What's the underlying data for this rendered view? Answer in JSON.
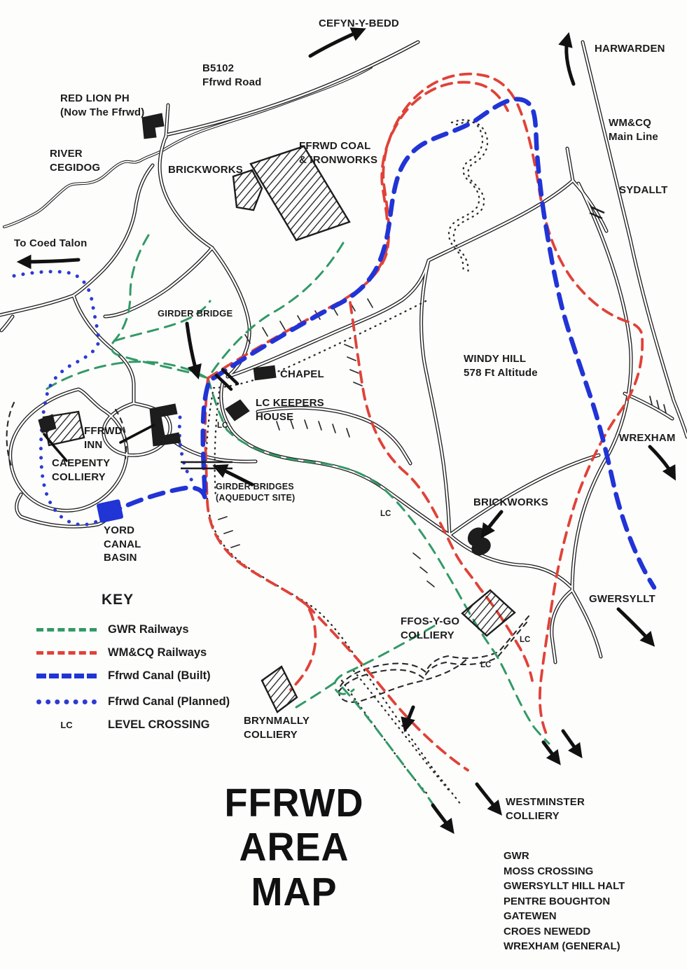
{
  "palette": {
    "ink": "#1d1d1d",
    "gwr_green": "#339966",
    "wmcq_red": "#e04238",
    "canal_blue": "#2134d6",
    "canal_planned_blue": "#2d3bd2",
    "background": "#fdfdfc"
  },
  "title": {
    "line1": "FFRWD",
    "line2": "AREA",
    "line3": "MAP"
  },
  "key": {
    "heading": "KEY",
    "lc_symbol": "LC",
    "items": [
      {
        "label": "GWR Railways",
        "swatch": "green-dashed"
      },
      {
        "label": "WM&CQ Railways",
        "swatch": "red-dashed"
      },
      {
        "label": "Ffrwd Canal (Built)",
        "swatch": "blue-dashed"
      },
      {
        "label": "Ffrwd Canal (Planned)",
        "swatch": "blue-dotted"
      },
      {
        "label": "LEVEL CROSSING",
        "swatch": "LC"
      }
    ]
  },
  "labels": {
    "cefyn_y_bedd": "CEFYN-Y-BEDD",
    "b5102_line1": "B5102",
    "b5102_line2": "Ffrwd Road",
    "red_lion_line1": "RED LION PH",
    "red_lion_line2": "(Now The Ffrwd)",
    "river_line1": "RIVER",
    "river_line2": "CEGIDOG",
    "brickworks_nw": "BRICKWORKS",
    "ffrwd_works_line1": "FFRWD COAL",
    "ffrwd_works_line2": "& IRONWORKS",
    "harwarden": "HARWARDEN",
    "wmcq_main_line1": "WM&CQ",
    "wmcq_main_line2": "Main Line",
    "sydallt": "SYDALLT",
    "coed_talon": "To Coed Talon",
    "girder_bridge": "GIRDER BRIDGE",
    "chapel": "CHAPEL",
    "lc_keepers_line1": "LC KEEPERS",
    "lc_keepers_line2": "HOUSE",
    "windy_hill_line1": "WINDY HILL",
    "windy_hill_line2": "578 Ft Altitude",
    "ffrwd_inn_line1": "FFRWD",
    "ffrwd_inn_line2": "INN",
    "caepenty_line1": "CAEPENTY",
    "caepenty_line2": "COLLIERY",
    "girder_bridges_line1": "GIRDER BRIDGES",
    "girder_bridges_line2": "(AQUEDUCT SITE)",
    "wrexham": "WREXHAM",
    "brickworks_se": "BRICKWORKS",
    "yord_line1": "YORD",
    "yord_line2": "CANAL",
    "yord_line3": "BASIN",
    "gwersyllt": "GWERSYLLT",
    "ffos_y_go_line1": "FFOS-Y-GO",
    "ffos_y_go_line2": "COLLIERY",
    "brynmally_line1": "BRYNMALLY",
    "brynmally_line2": "COLLIERY",
    "westminster_line1": "WESTMINSTER",
    "westminster_line2": "COLLIERY",
    "lc_marker": "LC"
  },
  "stations_list": [
    "GWR",
    "MOSS CROSSING",
    "GWERSYLLT HILL HALT",
    "PENTRE BOUGHTON",
    "GATEWEN",
    "CROES NEWEDD",
    "WREXHAM (GENERAL)"
  ]
}
